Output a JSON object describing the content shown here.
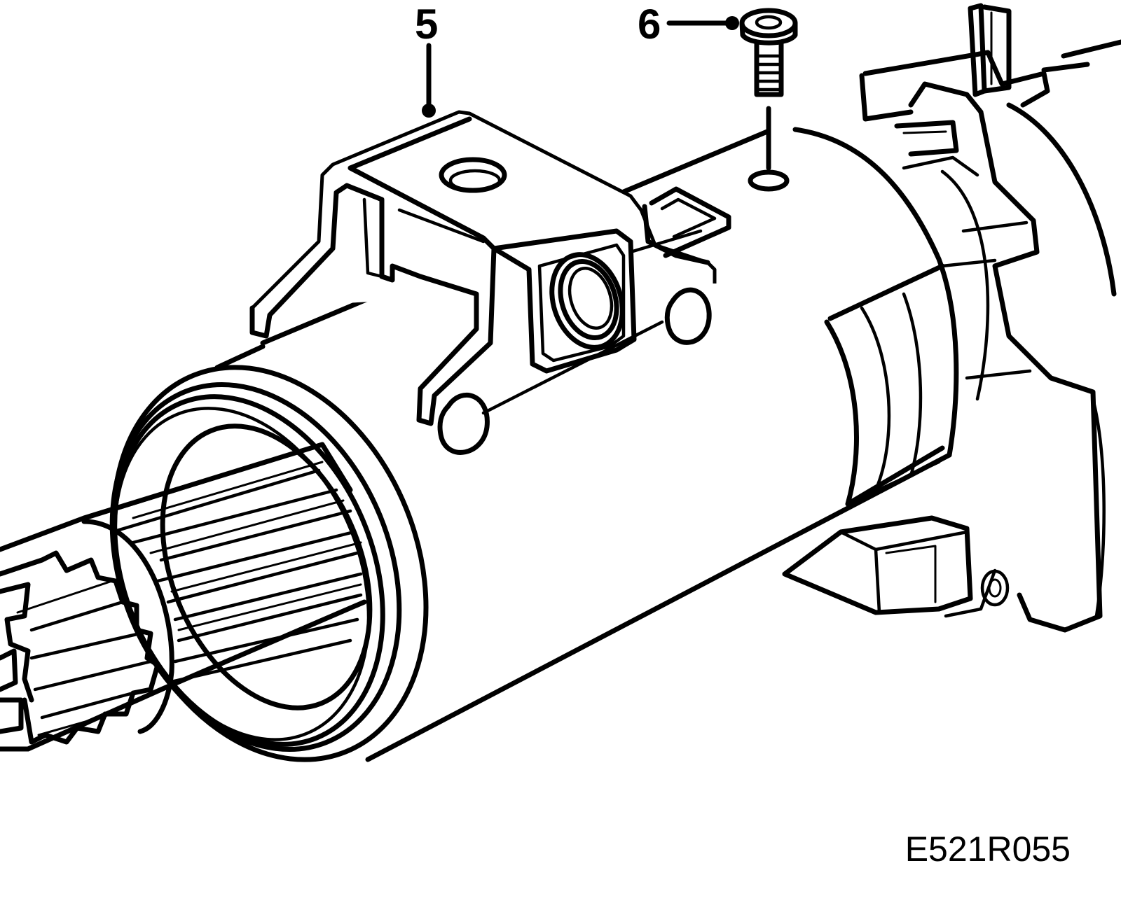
{
  "callouts": [
    {
      "id": "5",
      "label": "5"
    },
    {
      "id": "6",
      "label": "6"
    }
  ],
  "figure_code": "E521R055"
}
